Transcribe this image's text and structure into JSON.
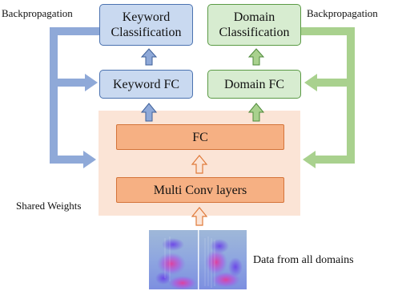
{
  "diagram": {
    "left_label": "Backpropagation",
    "right_label": "Backpropagation",
    "keyword_classification": "Keyword\nClassification",
    "domain_classification": "Domain\nClassification",
    "keyword_fc": "Keyword FC",
    "domain_fc": "Domain FC",
    "fc": "FC",
    "conv": "Multi Conv layers",
    "shared_weights": "Shared Weights",
    "data_label": "Data from all domains"
  },
  "colors": {
    "blue_box_fill": "#c9d9f0",
    "blue_arrow": "#8fa9d8",
    "green_box_fill": "#d7ecd0",
    "green_arrow": "#a9d18e",
    "orange_box_fill": "#f6b083",
    "shared_region_fill": "#fbe4d6"
  }
}
